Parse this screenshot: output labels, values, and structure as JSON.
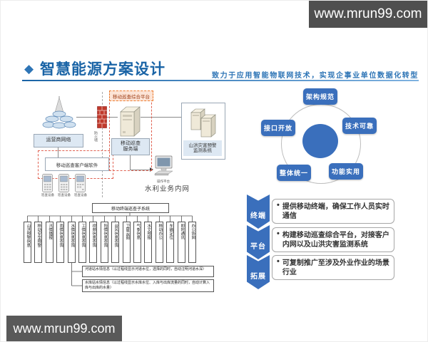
{
  "watermark": {
    "top_text": "www.mrun99.com",
    "bottom_text": "www.mrun99.com"
  },
  "header": {
    "bullet": "◆",
    "title": "智慧能源方案设计",
    "subtitle": "致力于应用智能物联网技术，实现企事业单位数据化转型"
  },
  "network_diagram": {
    "carrier_label": "运营商网络",
    "firewall_label": "防火墙",
    "platform_label": "移动巡查综合平台",
    "server_label_1": "移动巡查",
    "server_label_2": "服务端",
    "warning_label_1": "山洪灾害预警",
    "warning_label_2": "监测系统",
    "client_label": "移动巡查客户端软件",
    "device_labels": [
      "巡查设备",
      "巡查设备",
      "巡查设备"
    ],
    "operator_label": "操作平台",
    "intranet_label": "水利业务内网"
  },
  "org_chart": {
    "root": "移动终端巡查子系统",
    "items": [
      "山洪预警信息",
      "移动安全预警",
      "汛情播报",
      "雨情信息查询",
      "水情信息查询",
      "工情信息查询",
      "视频信息查询",
      "险情信息查询",
      "台风信息查询",
      "卫星云图",
      "气象信息",
      "水文预报",
      "移动办公",
      "车辆定位",
      "即时通讯",
      "办公协同"
    ],
    "notes": [
      "河道站水情信息（以过程线显示河道水位，选择的同时，自动注明河道水深）",
      "水库站水情信息（以过程线显示水库水位、入库与出库流量的同时，自动计算入库与出库的水量）"
    ]
  },
  "principles": {
    "items": [
      "架构规范",
      "接口开放",
      "技术可靠",
      "整体统一",
      "功能实用"
    ]
  },
  "roadmap": {
    "bullet": "•",
    "steps": [
      {
        "label": "终端",
        "text": "提供移动终端，确保工作人员实时通信"
      },
      {
        "label": "平台",
        "text": "构建移动巡查综合平台，对接客户内网以及山洪灾害监测系统"
      },
      {
        "label": "拓展",
        "text": "可复制推广至涉及外业作业的场景行业"
      }
    ]
  },
  "colors": {
    "accent_blue": "#2e75b6",
    "title_blue": "#1a64a6",
    "shape_blue": "#3a6fbc",
    "dashed_red": "#e06050",
    "platform_orange": "#ed7d31",
    "watermark_gray": "#4f4f4f"
  }
}
